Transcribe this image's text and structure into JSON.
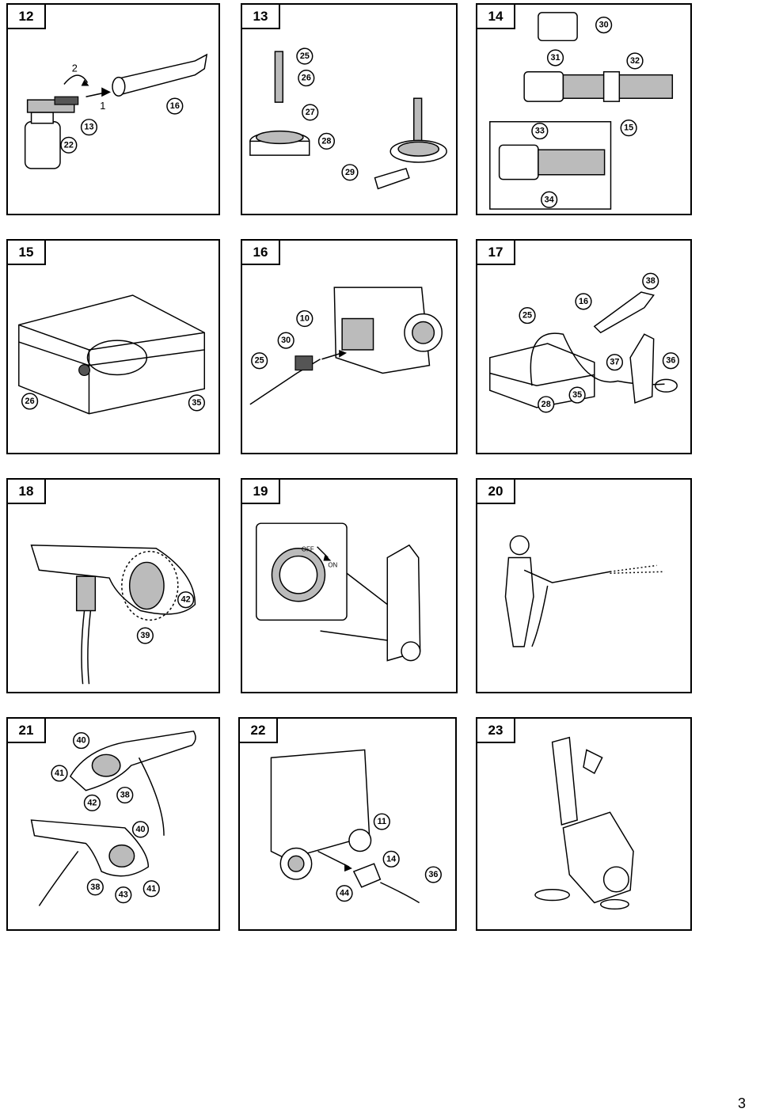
{
  "page_number": "3",
  "panels": [
    {
      "id": "12",
      "callouts": [
        "22",
        "13",
        "16"
      ],
      "steps": [
        "2",
        "1"
      ]
    },
    {
      "id": "13",
      "callouts": [
        "25",
        "26",
        "27",
        "28",
        "29"
      ]
    },
    {
      "id": "14",
      "callouts": [
        "30",
        "31",
        "32",
        "33",
        "34",
        "15"
      ]
    },
    {
      "id": "15",
      "callouts": [
        "26",
        "35"
      ]
    },
    {
      "id": "16",
      "callouts": [
        "10",
        "30",
        "25"
      ]
    },
    {
      "id": "17",
      "callouts": [
        "38",
        "16",
        "25",
        "37",
        "36",
        "28",
        "35"
      ]
    },
    {
      "id": "18",
      "callouts": [
        "42",
        "39"
      ]
    },
    {
      "id": "19",
      "callouts": [],
      "dial_labels": [
        "OFF",
        "ON"
      ]
    },
    {
      "id": "20",
      "callouts": []
    },
    {
      "id": "21",
      "callouts": [
        "40",
        "41",
        "38",
        "42",
        "40",
        "38",
        "41",
        "43"
      ]
    },
    {
      "id": "22",
      "callouts": [
        "11",
        "14",
        "36",
        "44"
      ]
    },
    {
      "id": "23",
      "callouts": []
    }
  ]
}
